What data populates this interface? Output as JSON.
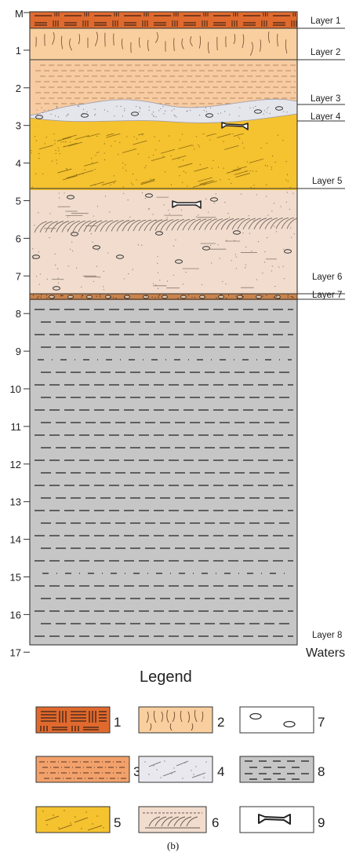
{
  "axis": {
    "top_label": "M",
    "ticks": [
      "1",
      "2",
      "3",
      "4",
      "5",
      "6",
      "7",
      "8",
      "9",
      "10",
      "11",
      "12",
      "13",
      "14",
      "15",
      "16",
      "17"
    ]
  },
  "layers": [
    {
      "label": "Layer 1"
    },
    {
      "label": "Layer 2"
    },
    {
      "label": "Layer 3"
    },
    {
      "label": "Layer 4"
    },
    {
      "label": "Layer 5"
    },
    {
      "label": "Layer 6"
    },
    {
      "label": "Layer 7"
    },
    {
      "label": "Layer 8"
    }
  ],
  "waters_label": "Waters",
  "legend": {
    "title": "Legend",
    "items": [
      {
        "num": "1",
        "symbol": "lamination-icon"
      },
      {
        "num": "2",
        "symbol": "rootlet-icon"
      },
      {
        "num": "3",
        "symbol": "dash-dot-icon"
      },
      {
        "num": "4",
        "symbol": "sand-lens-icon"
      },
      {
        "num": "5",
        "symbol": "yellow-sand-icon"
      },
      {
        "num": "6",
        "symbol": "cross-bedding-icon"
      },
      {
        "num": "7",
        "symbol": "pebble-icon"
      },
      {
        "num": "8",
        "symbol": "clay-icon"
      },
      {
        "num": "9",
        "symbol": "bone-icon"
      }
    ]
  },
  "caption": "(b)",
  "colors": {
    "layer1": "#e06a2e",
    "layer2": "#f9cf9f",
    "layer3": "#f8cca2",
    "layer4": "#e5e5ec",
    "layer5": "#f5c230",
    "layer6": "#f1dccd",
    "layer7": "#c9834d",
    "layer8": "#c6c6c6"
  }
}
